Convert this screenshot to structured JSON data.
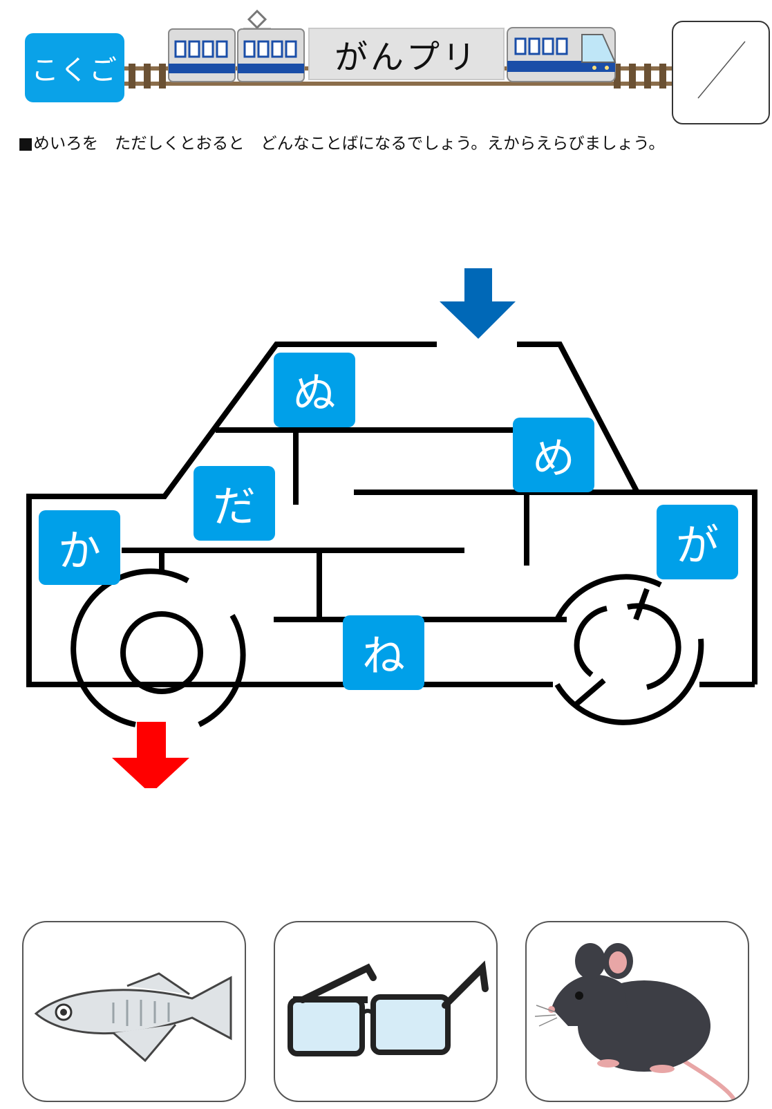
{
  "header": {
    "subject_label": "こくご",
    "app_title": "がんプリ"
  },
  "instruction": "■めいろを　ただしくとおると　どんなことばになるでしょう。えからえらびましょう。",
  "maze": {
    "tiles": [
      "ぬ",
      "め",
      "だ",
      "が",
      "か",
      "ね"
    ],
    "tile_color": "#00a0e9",
    "start_arrow_color": "#0068b7",
    "goal_arrow_color": "#ff0000"
  },
  "choices": [
    "fish-picture",
    "glasses-picture",
    "mouse-picture"
  ]
}
